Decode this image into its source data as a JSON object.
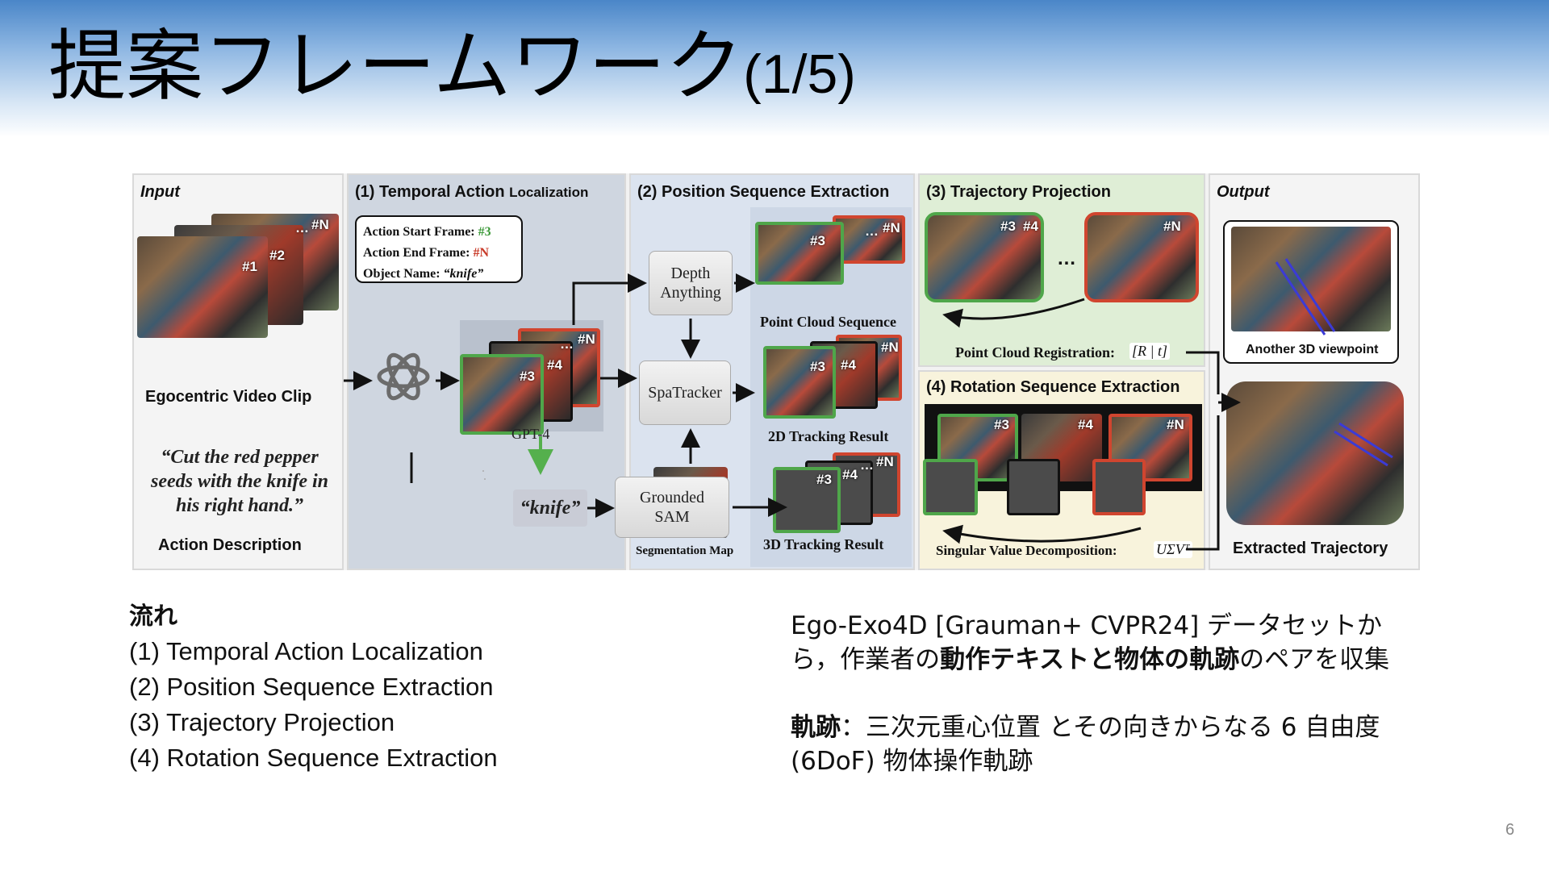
{
  "slide": {
    "title": "提案フレームワーク",
    "title_suffix": "(1/5)",
    "page_number": "6"
  },
  "figure": {
    "input_panel": {
      "title": "Input",
      "frame_labels": [
        "#1",
        "#2",
        "#N"
      ],
      "dots": "…",
      "video_caption": "Egocentric Video Clip",
      "quote": "“Cut the red pepper seeds with the knife in his right hand.”",
      "description_caption": "Action Description"
    },
    "temporal_panel": {
      "title_main": "(1) Temporal Action ",
      "title_small": "Localization",
      "bubble": {
        "start_label": "Action Start Frame: ",
        "start_value": "#3",
        "end_label": "Action End Frame: ",
        "end_value": "#N",
        "object_label": "Object Name: ",
        "object_value": "“knife”"
      },
      "model_label": "GPT-4",
      "object_tag": "“knife”",
      "frame_labels": [
        "#3",
        "#4",
        "#N"
      ],
      "dots": "…",
      "grounded_sam": [
        "Grounded",
        "SAM"
      ]
    },
    "position_panel": {
      "title": "(2) Position Sequence Extraction",
      "depth_anything": [
        "Depth",
        "Anything"
      ],
      "spatracker": "SpaTracker",
      "segmentation_caption": "Segmentation Map",
      "point_cloud_caption": "Point Cloud Sequence",
      "tracking2d_caption": "2D Tracking Result",
      "tracking3d_caption": "3D Tracking Result",
      "frame_labels": [
        "#3",
        "#4",
        "#N"
      ],
      "dots": "…"
    },
    "projection_panel": {
      "title": "(3) Trajectory Projection",
      "frame_labels": [
        "#3",
        "#4",
        "#N"
      ],
      "dots": "…",
      "registration_caption": "Point Cloud Registration:",
      "registration_formula": "[R | t]"
    },
    "rotation_panel": {
      "title": "(4) Rotation Sequence Extraction",
      "frame_labels": [
        "#3",
        "#4",
        "#N"
      ],
      "svd_caption": "Singular Value Decomposition:",
      "svd_formula": "UΣVᵀ"
    },
    "output_panel": {
      "title": "Output",
      "viewpoint_caption": "Another 3D viewpoint",
      "trajectory_caption": "Extracted Trajectory"
    }
  },
  "flow": {
    "heading": "流れ",
    "items": [
      "(1) Temporal Action Localization",
      "(2) Position Sequence Extraction",
      "(3) Trajectory Projection",
      "(4) Rotation Sequence Extraction"
    ]
  },
  "description": {
    "p1_pre": "Ego-Exo4D [Grauman+ CVPR24] データセットから，作業者の",
    "p1_bold": "動作テキストと物体の軌跡",
    "p1_post": "のペアを収集",
    "p2_bold": "軌跡",
    "p2_rest": "：三次元重心位置 とその向きからなる 6 自由度 (6DoF) 物体操作軌跡"
  },
  "colors": {
    "title_gradient_top": "#4a86c8",
    "start_frame_green": "#3d9a3a",
    "end_frame_red": "#c83a28",
    "panel_temporal": "#cfd6e0",
    "panel_position": "#dbe3ef",
    "panel_projection": "#dfeed6",
    "panel_rotation": "#f8f3dc"
  }
}
